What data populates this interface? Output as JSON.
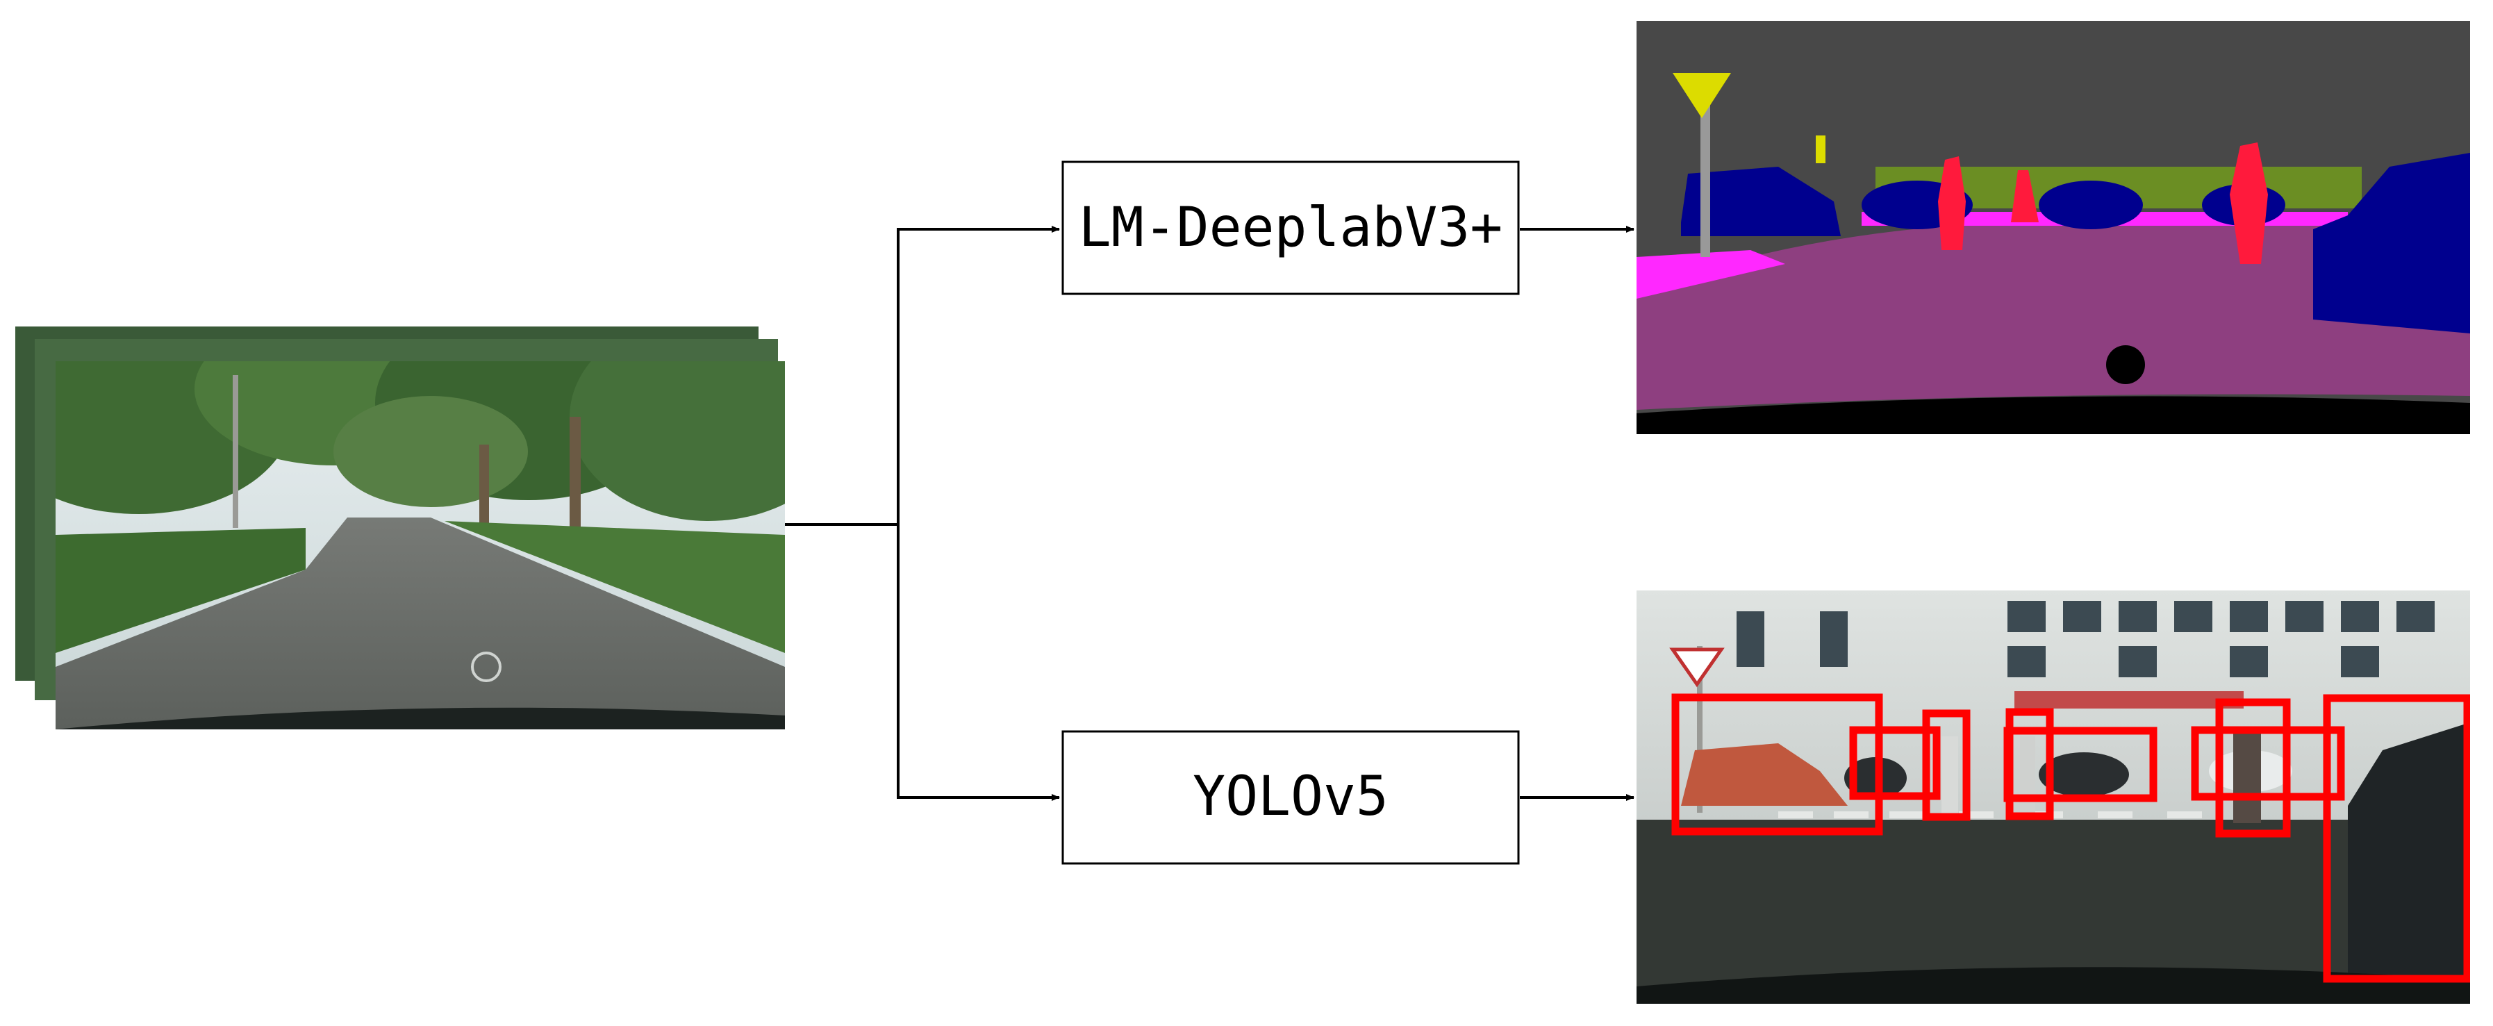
{
  "diagram": {
    "nodes": [
      {
        "id": "seg",
        "label": "LM-DeeplabV3+"
      },
      {
        "id": "det",
        "label": "YOLOv5"
      }
    ],
    "images": {
      "input": "road-scene-frames-image",
      "segmentation_output": "semantic-segmentation-map-image",
      "detection_output": "object-detection-result-image"
    },
    "colors": {
      "road": "#8e3f80",
      "sidewalk": "#ff28ff",
      "building": "#484848",
      "vehicle": "#00008e",
      "person": "#ff1a3c",
      "vegetation": "#6b8e23",
      "sign": "#dcdc00",
      "pole": "#999999",
      "detection_box": "#ff0000",
      "stroke": "#000000"
    }
  }
}
